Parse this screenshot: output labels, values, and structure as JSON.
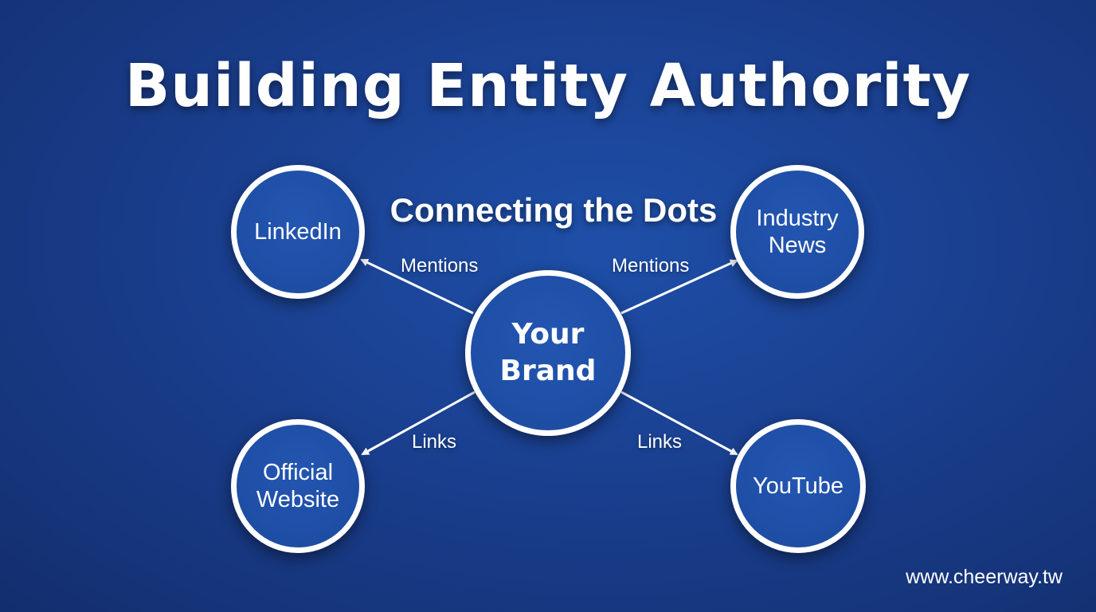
{
  "title": "Building Entity Authority",
  "subtitle": "Connecting the Dots",
  "center_node": {
    "label": "Your\nBrand"
  },
  "nodes": {
    "linkedin": {
      "label": "LinkedIn"
    },
    "industry_news": {
      "label": "Industry\nNews"
    },
    "official_website": {
      "label": "Official\nWebsite"
    },
    "youtube": {
      "label": "YouTube"
    }
  },
  "edges": {
    "linkedin": {
      "label": "Mentions"
    },
    "industry_news": {
      "label": "Mentions"
    },
    "official_website": {
      "label": "Links"
    },
    "youtube": {
      "label": "Links"
    }
  },
  "footer": {
    "url": "www.cheerway.tw"
  },
  "colors": {
    "background": "#1a3f8f",
    "node_fill": "#1f50a6",
    "node_border": "#ffffff",
    "text": "#ffffff"
  }
}
